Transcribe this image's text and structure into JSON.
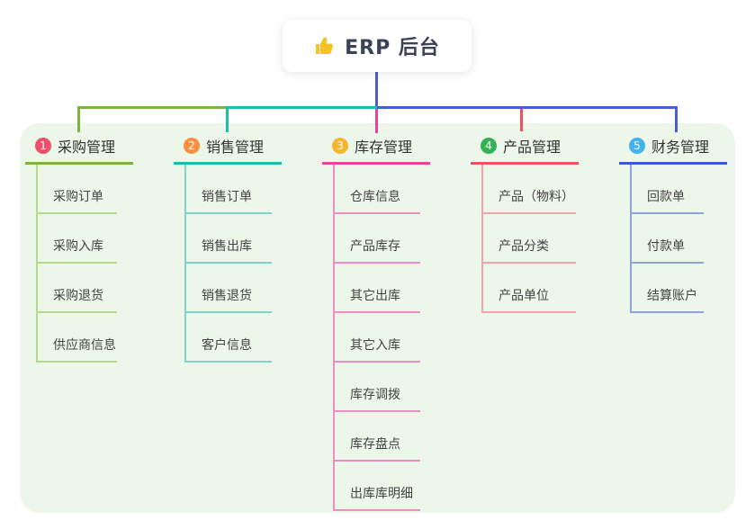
{
  "root": {
    "label": "ERP 后台",
    "icon": "thumbs-up-icon"
  },
  "branches": [
    {
      "num": "1",
      "label": "采购管理",
      "children": [
        "采购订单",
        "采购入库",
        "采购退货",
        "供应商信息"
      ]
    },
    {
      "num": "2",
      "label": "销售管理",
      "children": [
        "销售订单",
        "销售出库",
        "销售退货",
        "客户信息"
      ]
    },
    {
      "num": "3",
      "label": "库存管理",
      "children": [
        "仓库信息",
        "产品库存",
        "其它出库",
        "其它入库",
        "库存调拨",
        "库存盘点",
        "出库库明细"
      ]
    },
    {
      "num": "4",
      "label": "产品管理",
      "children": [
        "产品（物料）",
        "产品分类",
        "产品单位"
      ]
    },
    {
      "num": "5",
      "label": "财务管理",
      "children": [
        "回款单",
        "付款单",
        "结算账户"
      ]
    }
  ],
  "colors": {
    "panel_bg": "#edf7e9",
    "root_stem": "#4a5ed0",
    "branch1": {
      "line": "#7cb342",
      "child_line": "#b2d98c",
      "badge": "#ef5068"
    },
    "branch2": {
      "line": "#19bfa9",
      "child_line": "#7ed4c6",
      "badge": "#f98f40"
    },
    "branch3": {
      "line": "#e8429a",
      "child_line": "#f08cc5",
      "badge": "#f6b52e"
    },
    "branch4": {
      "line": "#ee5160",
      "child_line": "#f5a3a8",
      "badge": "#35b257"
    },
    "branch5": {
      "line": "#3d5bd0",
      "child_line": "#8ca3dd",
      "badge": "#41b4f0"
    },
    "thumb_icon": "#f6c324"
  }
}
